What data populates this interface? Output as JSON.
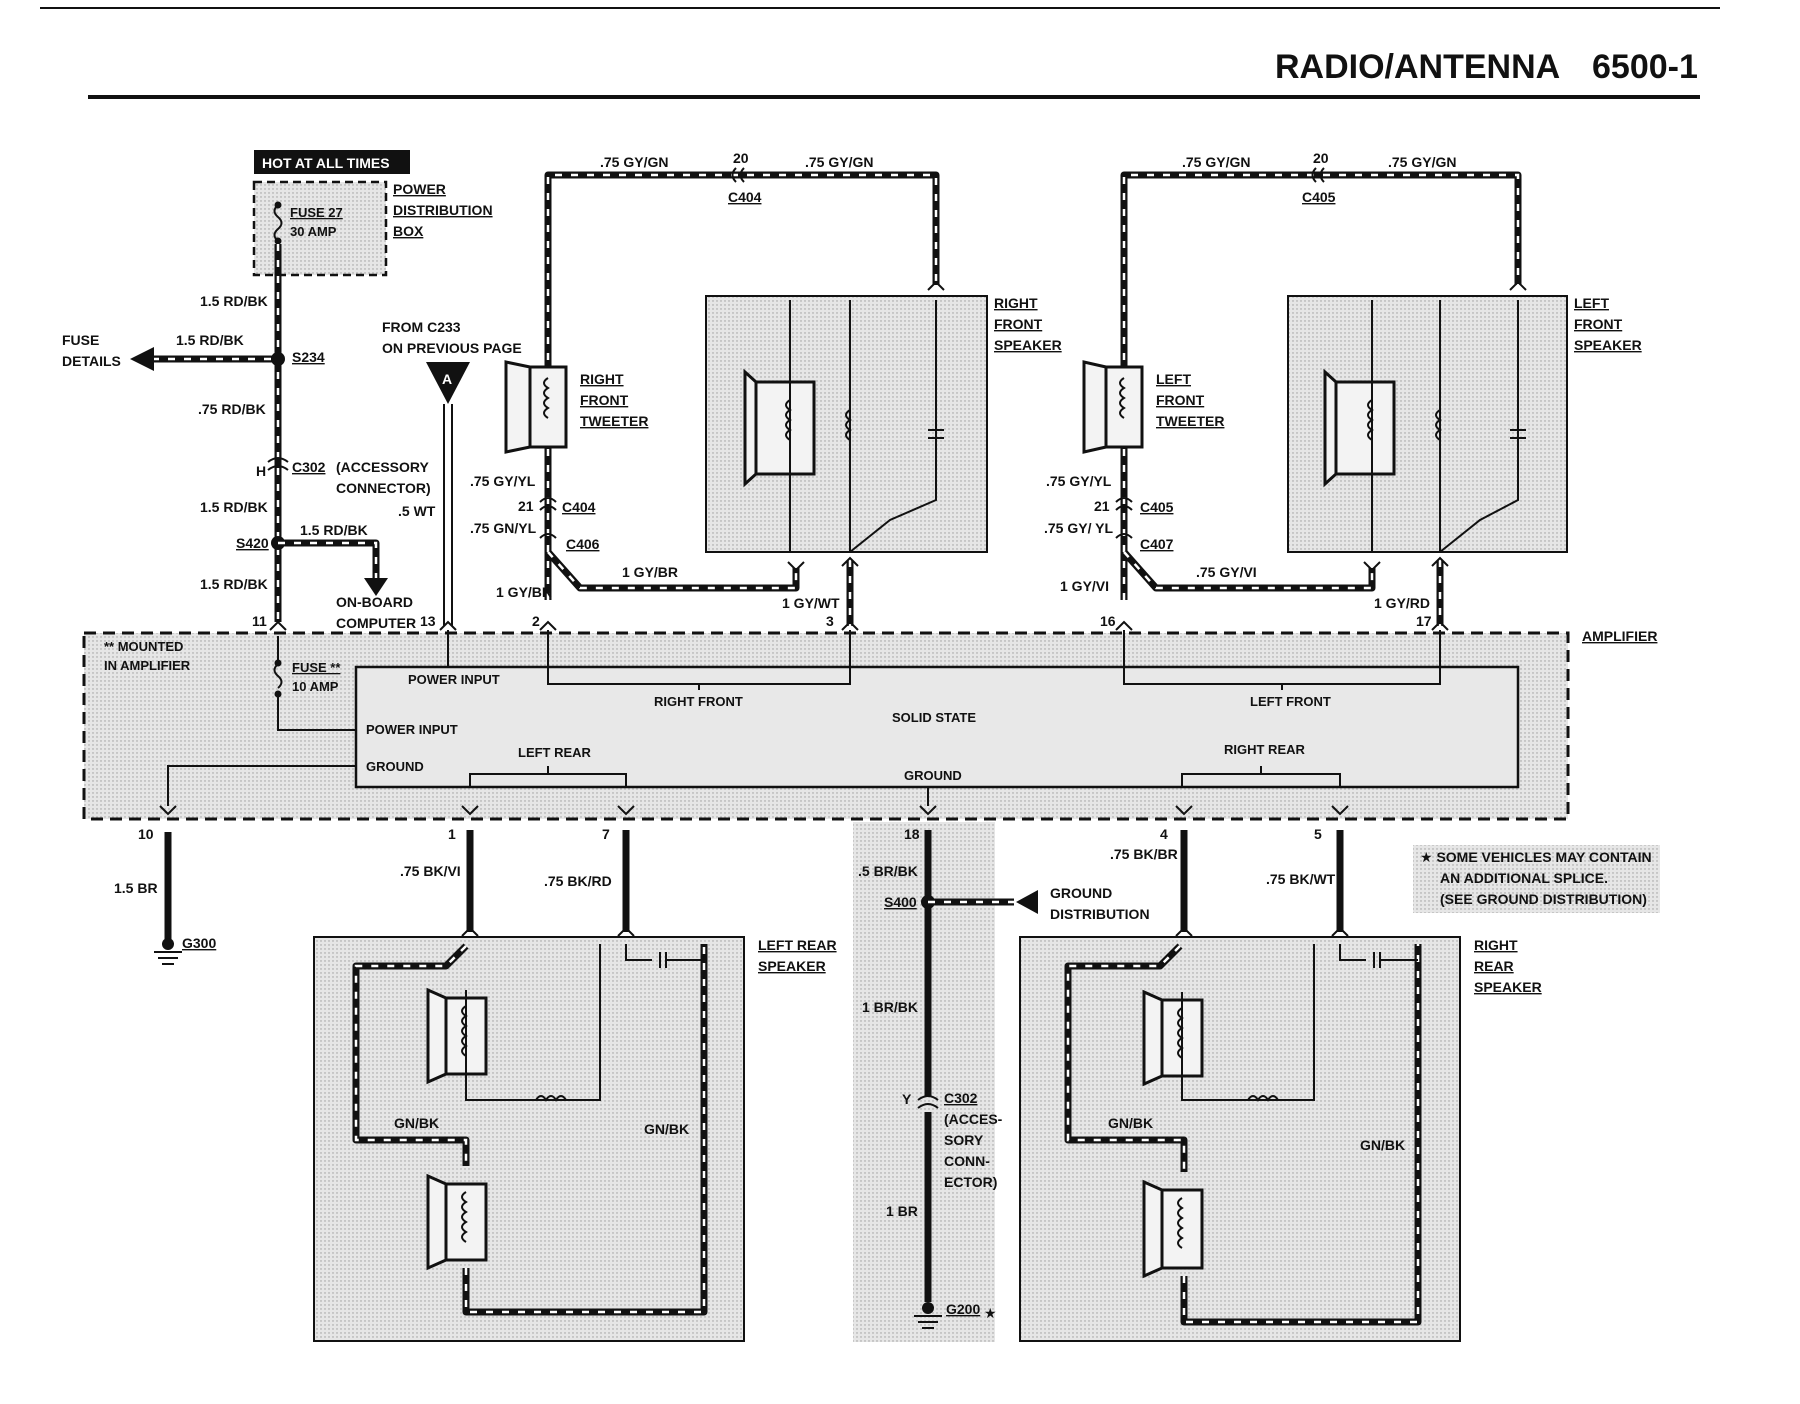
{
  "header": {
    "title": "RADIO/ANTENNA",
    "page_number": "6500-1"
  },
  "power": {
    "hot_label": "HOT AT ALL TIMES",
    "pdb_label": [
      "POWER",
      "DISTRIBUTION",
      "BOX"
    ],
    "fuse27": [
      "FUSE 27",
      "30 AMP"
    ],
    "fuse_details": [
      "FUSE",
      "DETAILS"
    ],
    "splice_s234": "S234",
    "splice_s420": "S420",
    "w_top": "1.5 RD/BK",
    "w_fuse_details": "1.5 RD/BK",
    "w_after_s234": ".75 RD/BK",
    "c302_pin": "H",
    "c302": "C302",
    "accessory_connector": [
      "(ACCESSORY",
      "CONNECTOR)"
    ],
    "w_after_c302": "1.5 RD/BK",
    "w_onboard": "1.5 RD/BK",
    "onboard_computer": [
      "ON-BOARD",
      "COMPUTER"
    ],
    "w_to_amp": "1.5 RD/BK",
    "pin_11": "11"
  },
  "from_c233": {
    "text": [
      "FROM C233",
      "ON PREVIOUS PAGE"
    ],
    "symbol": "A",
    "wire": ".5 WT",
    "pin": "13"
  },
  "right_front": {
    "wire_top_left": ".75 GY/GN",
    "wire_top_right": ".75 GY/GN",
    "pin_20": "20",
    "c404_top": "C404",
    "speaker_label": [
      "RIGHT",
      "FRONT",
      "SPEAKER"
    ],
    "tweeter_label": [
      "RIGHT",
      "FRONT",
      "TWEETER"
    ],
    "w_gy_yl": ".75 GY/YL",
    "pin_21": "21",
    "c404": "C404",
    "w_gn_yl": ".75 GN/YL",
    "c406": "C406",
    "w_1gybr": "1 GY/BR",
    "w_1gybr_amp": "1 GY/BR",
    "w_1gywt": "1 GY/WT",
    "pin_2": "2",
    "pin_3": "3"
  },
  "left_front": {
    "wire_top_left": ".75 GY/GN",
    "wire_top_right": ".75 GY/GN",
    "pin_20": "20",
    "c405_top": "C405",
    "speaker_label": [
      "LEFT",
      "FRONT",
      "SPEAKER"
    ],
    "tweeter_label": [
      "LEFT",
      "FRONT",
      "TWEETER"
    ],
    "w_gy_yl": ".75 GY/YL",
    "pin_21": "21",
    "c405": "C405",
    "w_gy_yl2": ".75 GY/ YL",
    "c407": "C407",
    "w_gyvi": ".75 GY/VI",
    "w_1gyvi": "1 GY/VI",
    "w_1gyrd": "1 GY/RD",
    "pin_16": "16",
    "pin_17": "17"
  },
  "amplifier": {
    "label": "AMPLIFIER",
    "mounted_note": [
      "** MOUNTED",
      "IN AMPLIFIER"
    ],
    "fuse": [
      "FUSE **",
      "10 AMP"
    ],
    "power_input_1": "POWER INPUT",
    "power_input_2": "POWER INPUT",
    "ground": "GROUND",
    "solid_state": "SOLID STATE",
    "right_front": "RIGHT FRONT",
    "left_front": "LEFT FRONT",
    "left_rear": "LEFT REAR",
    "right_rear": "RIGHT REAR",
    "ground_center": "GROUND"
  },
  "ground_left": {
    "pin": "10",
    "wire": "1.5 BR",
    "ground": "G300"
  },
  "left_rear": {
    "pin_1": "1",
    "pin_7": "7",
    "w_bkvi": ".75 BK/VI",
    "w_bkrd": ".75 BK/RD",
    "label": [
      "LEFT REAR",
      "SPEAKER"
    ],
    "gnbk_left": "GN/BK",
    "gnbk_right": "GN/BK"
  },
  "center_ground": {
    "pin": "18",
    "w_brbk": ".5 BR/BK",
    "s400": "S400",
    "ground_distribution": [
      "GROUND",
      "DISTRIBUTION"
    ],
    "w_1brbk": "1 BR/BK",
    "c302_pin": "Y",
    "c302": "C302",
    "accessory": [
      "(ACCES-",
      "SORY",
      "CONN-",
      "ECTOR)"
    ],
    "w_1br": "1 BR",
    "ground": "G200",
    "star": "★"
  },
  "right_rear": {
    "pin_4": "4",
    "pin_5": "5",
    "w_bkbr": ".75 BK/BR",
    "w_bkwt": ".75 BK/WT",
    "label": [
      "RIGHT",
      "REAR",
      "SPEAKER"
    ],
    "gnbk_left": "GN/BK",
    "gnbk_right": "GN/BK"
  },
  "note": [
    "★ SOME VEHICLES MAY CONTAIN",
    "AN ADDITIONAL SPLICE.",
    "(SEE GROUND DISTRIBUTION)"
  ]
}
